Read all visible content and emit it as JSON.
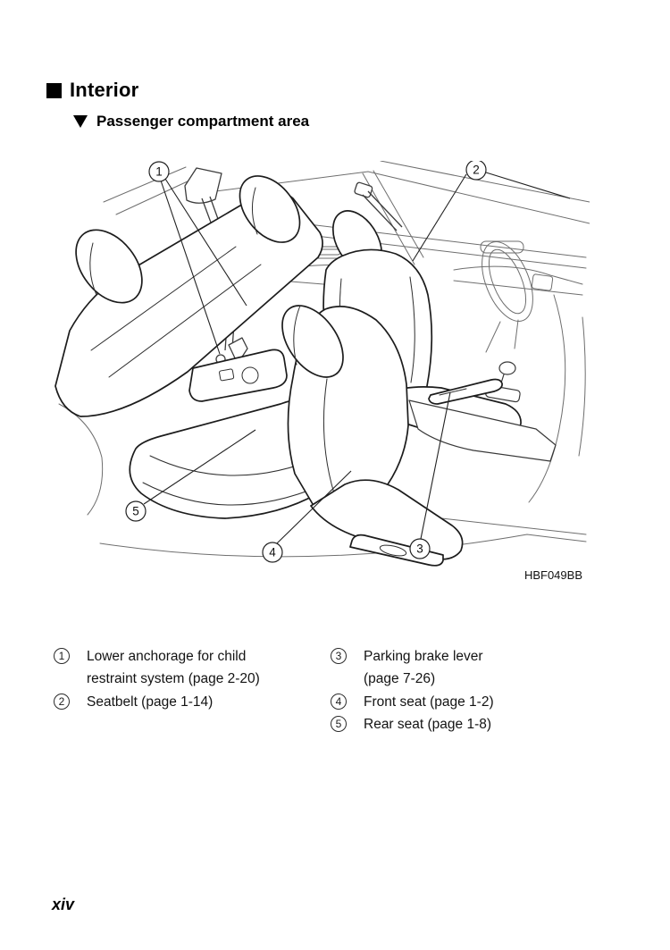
{
  "header": {
    "section": "Interior",
    "subsection": "Passenger compartment area"
  },
  "figure": {
    "code": "HBF049BB",
    "callouts": [
      "1",
      "2",
      "3",
      "4",
      "5"
    ]
  },
  "legend": {
    "items_left": [
      {
        "num": "1",
        "lines": [
          "Lower anchorage for child",
          "restraint system (page 2-20)"
        ]
      },
      {
        "num": "2",
        "lines": [
          "Seatbelt (page 1-14)"
        ]
      }
    ],
    "items_right": [
      {
        "num": "3",
        "lines": [
          "Parking brake lever",
          "(page 7-26)"
        ]
      },
      {
        "num": "4",
        "lines": [
          "Front seat (page 1-2)"
        ]
      },
      {
        "num": "5",
        "lines": [
          "Rear seat (page 1-8)"
        ]
      }
    ]
  },
  "footer": {
    "page_number": "xiv"
  },
  "colors": {
    "ink": "#000000",
    "line_dark": "#1c1c1c",
    "line_light": "#6e6e6e",
    "paper": "#ffffff"
  }
}
